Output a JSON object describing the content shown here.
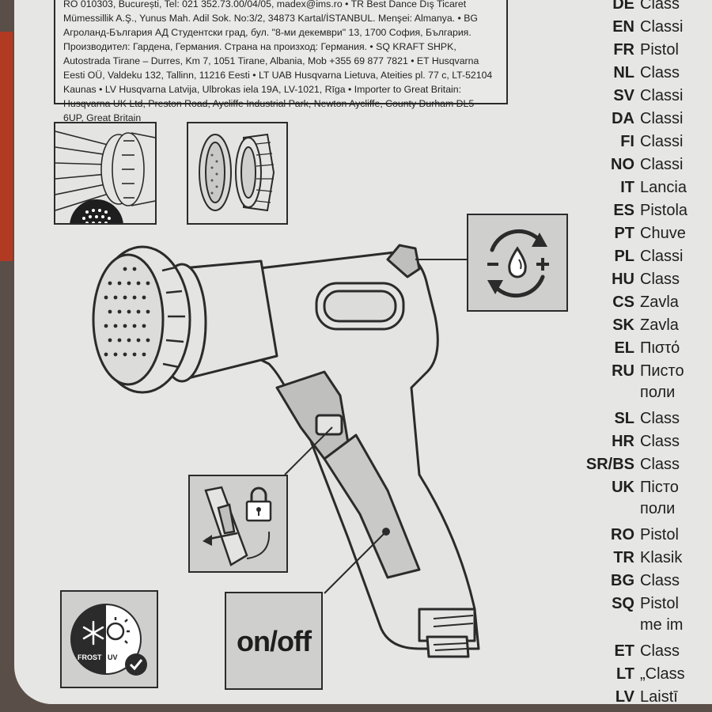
{
  "info_lines": [
    {
      "bold": "",
      "text": "RO 010303, București, Tel: 021 352.73.00/04/05, madex@ims.ro • TR Best Dance Dış Ticaret"
    },
    {
      "bold": "",
      "text": "Mümessillik A.Ş., Yunus Mah. Adil Sok. No:3/2, 34873 Kartal/İSTANBUL. Menşei: Almanya. • BG"
    },
    {
      "bold": "",
      "text": "Агроланд-България АД Студентски град, бул. \"8-ми декември\" 13, 1700 София, България."
    },
    {
      "bold": "",
      "text": "Производител: Гардена, Германия. Страна на произход: Германия. • SQ KRAFT SHPK,"
    },
    {
      "bold": "",
      "text": "Autostrada Tirane – Durres, Km 7, 1051 Tirane, Albania, Mob +355 69 877 7821 • ET Husqvarna"
    },
    {
      "bold": "",
      "text": "Eesti OÜ, Valdeku 132, Tallinn, 11216 Eesti • LT UAB Husqvarna Lietuva, Ateities pl. 77 c, LT-52104"
    },
    {
      "bold": "",
      "text": "Kaunas • LV Husqvarna Latvija, Ulbrokas iela 19A, LV-1021, Rīga • Importer to Great Britain:"
    },
    {
      "bold": "",
      "text": "Husqvarna UK Ltd, Preston Road, Aycliffe Industrial Park, Newton Aycliffe, County Durham DL5"
    },
    {
      "bold": "",
      "text": "6UP, Great Britain"
    }
  ],
  "languages": [
    {
      "code": "DE",
      "name": "Class"
    },
    {
      "code": "EN",
      "name": "Classi"
    },
    {
      "code": "FR",
      "name": "Pistol"
    },
    {
      "code": "NL",
      "name": "Class"
    },
    {
      "code": "SV",
      "name": "Classi"
    },
    {
      "code": "DA",
      "name": "Classi"
    },
    {
      "code": "FI",
      "name": "Classi"
    },
    {
      "code": "NO",
      "name": "Classi"
    },
    {
      "code": "IT",
      "name": "Lancia"
    },
    {
      "code": "ES",
      "name": "Pistola"
    },
    {
      "code": "PT",
      "name": "Chuve"
    },
    {
      "code": "PL",
      "name": "Classi"
    },
    {
      "code": "HU",
      "name": "Class"
    },
    {
      "code": "CS",
      "name": "Zavla"
    },
    {
      "code": "SK",
      "name": "Zavla"
    },
    {
      "code": "EL",
      "name": "Πιστό"
    },
    {
      "code": "RU",
      "name": "Писто",
      "name2": "поли"
    },
    {
      "code": "SL",
      "name": "Class"
    },
    {
      "code": "HR",
      "name": "Class"
    },
    {
      "code": "SR/BS",
      "name": "Class"
    },
    {
      "code": "UK",
      "name": "Пісто",
      "name2": "поли"
    },
    {
      "code": "RO",
      "name": "Pistol"
    },
    {
      "code": "TR",
      "name": "Klasik"
    },
    {
      "code": "BG",
      "name": "Class"
    },
    {
      "code": "SQ",
      "name": "Pistol",
      "name2": "me im"
    },
    {
      "code": "ET",
      "name": "Class"
    },
    {
      "code": "LT",
      "name": "„Class"
    },
    {
      "code": "LV",
      "name": "Laistī"
    }
  ],
  "labels": {
    "on_off": "on/off",
    "frost": "FROST",
    "uv": "UV"
  },
  "icons": {
    "spray_head": "spray-head-icon",
    "thread_connector": "thread-connector-icon",
    "flow_regulation": "flow-regulation-icon",
    "trigger_lock": "trigger-lock-icon",
    "frost_uv": "frost-uv-resistant-icon"
  },
  "colors": {
    "card": "#e6e7e5",
    "ink": "#2b2b2b",
    "panel": "#cfd0ce",
    "accent_red": "#b23a22"
  }
}
